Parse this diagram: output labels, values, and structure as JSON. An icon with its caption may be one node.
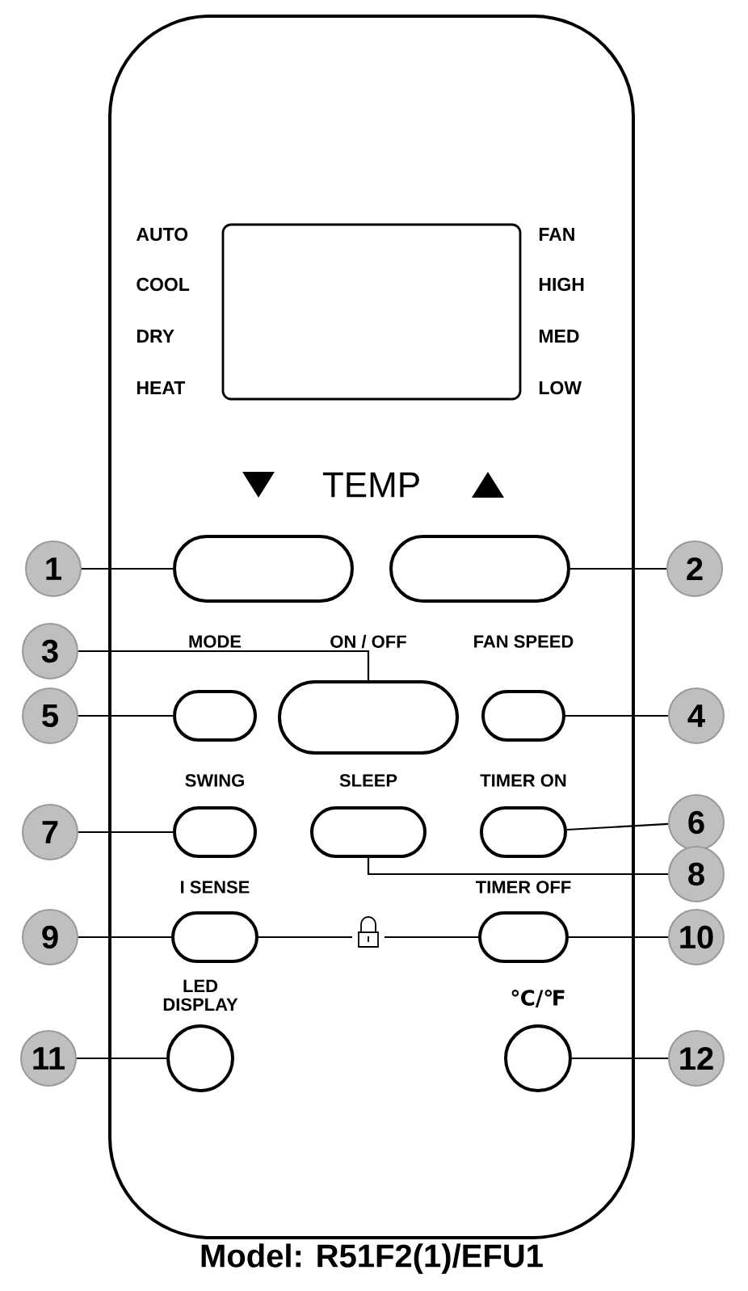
{
  "diagram": {
    "caption": "Model: R51F2(1)/EFU1",
    "nodes": [
      {
        "text": [],
        "shape": "box"
      },
      {
        "text": [],
        "shape": "box",
        "in": 0
      },
      {
        "text": [],
        "shape": "box",
        "in": 0
      },
      {
        "text": [],
        "shape": "box",
        "in": 0
      },
      {
        "text": [],
        "shape": "box",
        "in": 0
      },
      {
        "text": [],
        "shape": "box",
        "in": 0
      },
      {
        "text": [],
        "shape": "box",
        "in": 0
      },
      {
        "text": [],
        "shape": "box",
        "in": 0
      },
      {
        "text": [],
        "shape": "box",
        "in": 0
      },
      {
        "text": [],
        "shape": "box",
        "in": 0
      },
      {
        "text": [],
        "shape": "box",
        "in": 0
      },
      {
        "text": [],
        "shape": "box",
        "in": 0
      },
      {
        "text": [],
        "shape": "circle",
        "in": 0
      },
      {
        "text": [],
        "shape": "circle",
        "in": 0
      },
      {
        "text": [
          "1"
        ]
      },
      {
        "text": [
          "2"
        ]
      },
      {
        "text": [
          "3"
        ]
      },
      {
        "text": [
          "5"
        ]
      },
      {
        "text": [
          "4"
        ]
      },
      {
        "text": [
          "7"
        ]
      },
      {
        "text": [
          "6"
        ]
      },
      {
        "text": [
          "8"
        ]
      },
      {
        "text": [
          "9"
        ]
      },
      {
        "text": [
          "10"
        ]
      },
      {
        "text": [
          "11"
        ]
      },
      {
        "text": [
          "12"
        ]
      }
    ],
    "edges": [
      {
        "from": 14,
        "to": 2,
        "arrow": "none"
      },
      {
        "from": 15,
        "to": 3,
        "arrow": "none"
      },
      {
        "from": 16,
        "to": 5,
        "arrow": "none"
      },
      {
        "from": 17,
        "to": 4,
        "arrow": "none"
      },
      {
        "from": 18,
        "to": 6,
        "arrow": "none"
      },
      {
        "from": 19,
        "to": 7,
        "arrow": "none"
      },
      {
        "from": 20,
        "to": 9,
        "arrow": "none"
      },
      {
        "from": 21,
        "to": 8,
        "arrow": "none"
      },
      {
        "from": 22,
        "to": 10,
        "arrow": "none"
      },
      {
        "from": 23,
        "to": 11,
        "arrow": "none"
      },
      {
        "from": 24,
        "to": 12,
        "arrow": "none"
      },
      {
        "from": 25,
        "to": 13,
        "arrow": "none"
      },
      {
        "from": 10,
        "to": 11,
        "arrow": "none"
      }
    ],
    "labels": [
      "AUTO",
      "FAN",
      "COOL",
      "HIGH",
      "DRY",
      "MED",
      "HEAT",
      "LOW",
      "TEMP",
      "MODE",
      "ON / OFF",
      "FAN SPEED",
      "SWING",
      "SLEEP",
      "TIMER ON",
      "I SENSE",
      "TIMER OFF",
      "LED DISPLAY",
      "℃/℉"
    ]
  }
}
